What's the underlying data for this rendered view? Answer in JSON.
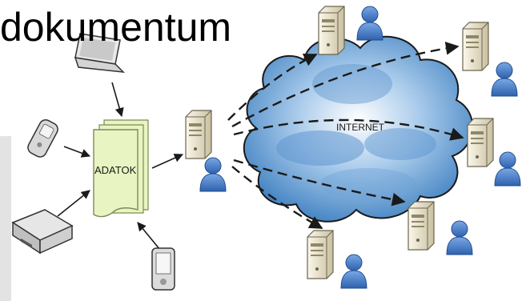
{
  "title": "dokumentum",
  "labels": {
    "data_store": "ADATOK",
    "cloud": "INTERNET"
  },
  "nodes": {
    "sources": [
      "laptop-icon",
      "mobile-phone-icon",
      "set-top-box-icon",
      "pda-icon"
    ],
    "central": [
      "server-icon",
      "user-icon"
    ],
    "remote": [
      "server-user-top",
      "server-user-top-right",
      "server-user-right",
      "server-user-bottom-right",
      "server-user-bottom"
    ]
  },
  "colors": {
    "document": "#e8f5c2",
    "document_border": "#7c8a56",
    "cloud": "#7fb0dc",
    "cloud_light": "#e6f1fb",
    "person": "#3f78c6",
    "server": "#e2dcc4",
    "arrow": "#1a1a1a"
  }
}
